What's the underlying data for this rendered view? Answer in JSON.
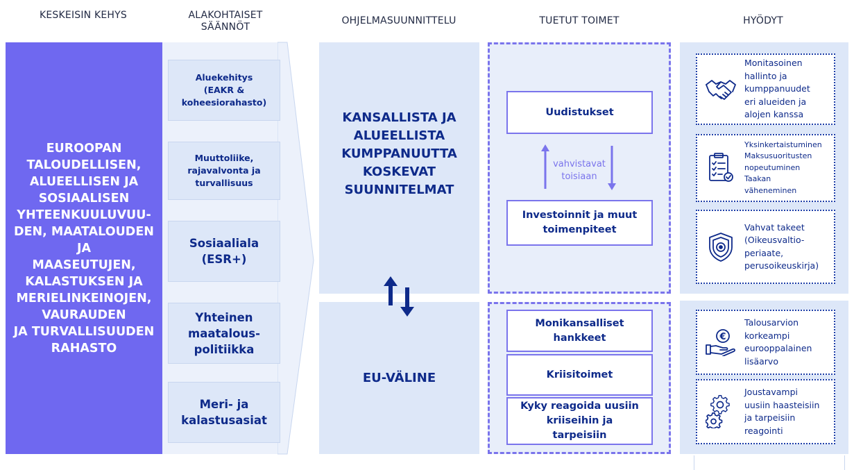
{
  "headers": {
    "framework": "KESKEISIN KEHYS",
    "rules": "ALAKOHTAISET\nSÄÄNNÖT",
    "programming": "OHJELMASUUNNITTELU",
    "actions": "TUETUT TOIMET",
    "benefits": "HYÖDYT"
  },
  "framework_title": "EUROOPAN\nTALOUDELLISEN,\nALUEELLISEN JA\nSOSIAALISEN\nYHTEENKUULUVUU-\nDEN, MAATALOUDEN\nJA\nMAASEUTUJEN,\nKALASTUKSEN JA\nMERIELINKEINOJEN,\nVAURAUDEN\nJA TURVALLISUUDEN\nRAHASTO",
  "rules": [
    "Aluekehitys\n(EAKR &\nkoheesiorahasto)",
    "Muuttoliike,\nrajavalvonta ja\nturvallisuus",
    "Sosiaaliala\n(ESR+)",
    "Yhteinen\nmaatalous-\npolitiikka",
    "Meri- ja\nkalastusasiat"
  ],
  "programming": {
    "plans": "KANSALLISTA JA\nALUEELLISTA\nKUMPPANUUTTA\nKOSKEVAT\nSUUNNITELMAT",
    "instrument": "EU-VÄLINE"
  },
  "actions": {
    "reforms": "Uudistukset",
    "mutual": "vahvistavat\ntoisiaan",
    "investments": "Investoinnit ja muut\ntoimenpiteet",
    "multinational": "Monikansalliset\nhankkeet",
    "crisis": "Kriisitoimet",
    "capacity": "Kyky reagoida uusiin\nkriiseihin ja\ntarpeisiin"
  },
  "benefits": [
    {
      "icon": "handshake-icon",
      "text": "Monitasoinen\nhallinto ja\nkumppanuudet\neri alueiden ja\nalojen kanssa"
    },
    {
      "icon": "checklist-icon",
      "text": "Yksinkertaistuminen\nMaksusuoritusten\nnopeutuminen\nTaakan\nväheneminen"
    },
    {
      "icon": "shield-icon",
      "text": "Vahvat takeet\n(Oikeusvaltio-\nperiaate,\nperusoikeuskirja)"
    },
    {
      "icon": "euro-hand-icon",
      "text": "Talousarvion\nkorkeampi\neurooppalainen\nlisäarvo"
    },
    {
      "icon": "gears-icon",
      "text": "Joustavampi\nuusiin haasteisiin\nja tarpeisiin\nreagointi"
    }
  ],
  "colors": {
    "purple": "#6f68f0",
    "dash": "#7a74ec",
    "navy": "#0e2a8a",
    "light_blue": "#dde7f8"
  }
}
